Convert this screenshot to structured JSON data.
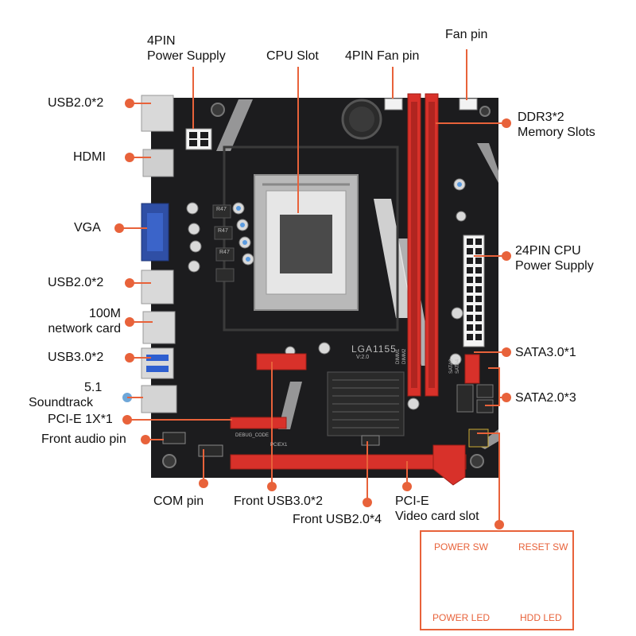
{
  "colors": {
    "accent": "#e8623a",
    "board": "#1c1c1e",
    "slot_red": "#d8312a",
    "text": "#111111"
  },
  "callouts": {
    "usb20_top": "USB2.0*2",
    "hdmi": "HDMI",
    "vga": "VGA",
    "usb20_mid": "USB2.0*2",
    "network_line1": "100M",
    "network_line2": "network card",
    "usb30": "USB3.0*2",
    "soundtrack_line1": "5.1",
    "soundtrack_line2": "Soundtrack",
    "pcie_1x": "PCI-E 1X*1",
    "front_audio": "Front audio pin",
    "power_4pin_line1": "4PIN",
    "power_4pin_line2": "Power Supply",
    "cpu_slot": "CPU Slot",
    "fan_4pin": "4PIN Fan pin",
    "fan_pin": "Fan pin",
    "ddr3_line1": "DDR3*2",
    "ddr3_line2": "Memory Slots",
    "cpu24_line1": "24PIN CPU",
    "cpu24_line2": "Power Supply",
    "sata30": "SATA3.0*1",
    "sata20": "SATA2.0*3",
    "com_pin": "COM pin",
    "front_usb30": "Front USB3.0*2",
    "front_usb20": "Front USB2.0*4",
    "pcie_video_line1": "PCI-E",
    "pcie_video_line2": "Video card slot"
  },
  "board_text": {
    "socket": "LGA1155",
    "socket_version": "V:2.0",
    "dimm1": "DIMM1",
    "dimm2": "DIMM2",
    "sata3": "SATA3",
    "sata4": "SATA4",
    "pciex1": "PCIEX1",
    "debug": "DEBUG_CODE",
    "r47a": "R47",
    "r47b": "R47",
    "r47c": "R47"
  },
  "front_panel": {
    "power_sw": "POWER SW",
    "reset_sw": "RESET SW",
    "power_led": "POWER LED",
    "hdd_led": "HDD  LED"
  }
}
